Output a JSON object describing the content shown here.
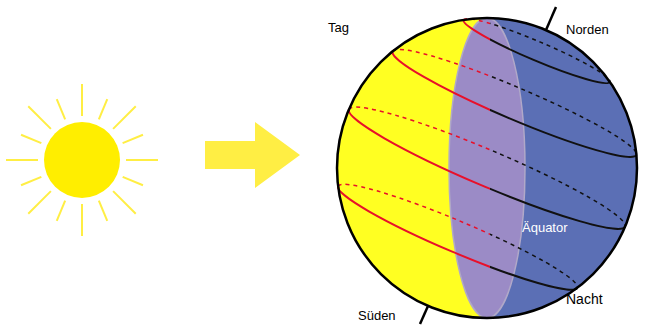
{
  "diagram": {
    "labels": [
      "Tag",
      "Norden",
      "Äquator",
      "Nacht",
      "Süden"
    ]
  }
}
